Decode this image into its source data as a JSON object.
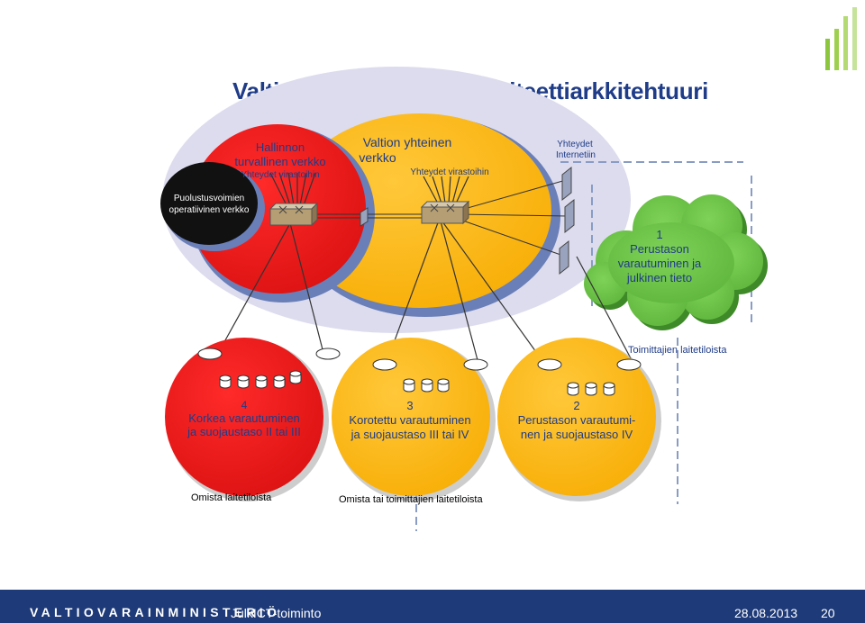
{
  "title": "Valtion konesali- ja kapasiteettiarkkitehtuuri",
  "networks": {
    "defence": {
      "line1": "Puolustusvoimien",
      "line2": "operatiivinen verkko"
    },
    "secure": {
      "line1": "Hallinnon",
      "line2": "turvallinen verkko",
      "sub": "Yhteydet virastoihin"
    },
    "shared": {
      "line1": "Valtion yhteinen",
      "line2": "verkko",
      "sub": "Yhteydet virastoihin"
    },
    "internet": {
      "line1": "Yhteydet",
      "line2": "Internetiin"
    }
  },
  "cloud": {
    "number": "1",
    "line1": "Perustason",
    "line2": "varautuminen ja",
    "line3": "julkinen tieto"
  },
  "levels": [
    {
      "number": "4",
      "line1": "Korkea varautuminen",
      "line2": "ja suojaustaso II tai III"
    },
    {
      "number": "3",
      "line1": "Korotettu varautuminen",
      "line2": "ja suojaustaso III tai IV"
    },
    {
      "number": "2",
      "line1": "Perustason varautumi-",
      "line2": "nen ja suojaustaso IV"
    }
  ],
  "facility_labels": {
    "supplier": "Toimittajien laitetiloista",
    "own": "Omista laitetiloista",
    "own_or_supplier": "Omista tai toimittajien laitetiloista"
  },
  "footer": {
    "ministry": "VALTIOVARAINMINISTERIÖ",
    "program": "JulkICT-toiminto",
    "date": "28.08.2013",
    "page": "20"
  },
  "colors": {
    "blue": "#1f3c88",
    "red": "#ee1c1c",
    "orange": "#fdb913",
    "green": "#6cc04a",
    "lavender": "#dcdcee",
    "navy": "#1e3a78"
  },
  "decor_bars": [
    {
      "value": 0.5,
      "color": "#8cc63f"
    },
    {
      "value": 0.65,
      "color": "#9ed04e"
    },
    {
      "value": 0.85,
      "color": "#b3da73"
    },
    {
      "value": 1.0,
      "color": "#c6e39a"
    }
  ]
}
